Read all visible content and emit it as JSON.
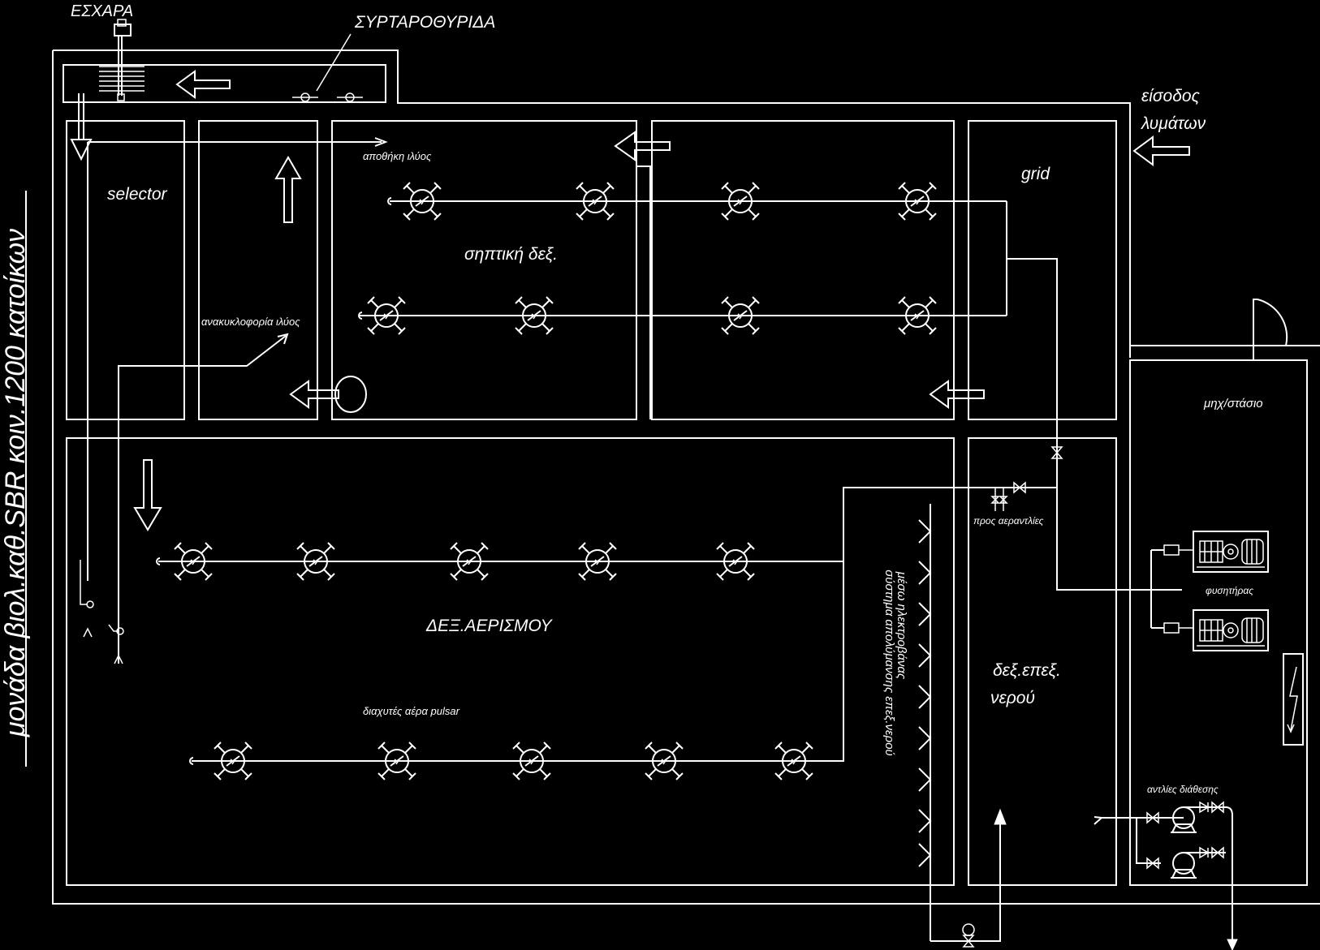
{
  "colors": {
    "background": "#000000",
    "line": "#ffffff"
  },
  "title": "μονάδα βιολ.καθ.SBR κοιν.1200 κατοίκων",
  "labels": {
    "screen": "ΕΣΧΑΡΑ",
    "sluice_gate": "ΣΥΡΤΑΡΟΘΥΡΙΔΑ",
    "inlet_line1": "είσοδος",
    "inlet_line2": "λυμάτων",
    "selector": "selector",
    "sludge_storage": "αποθήκη ιλύος",
    "sludge_recirculation": "ανακυκλοφορία ιλύος",
    "septic_tank": "σηπτική δεξ.",
    "grid": "grid",
    "machine_room": "μηχ/στάσιο",
    "aeration_tank": "ΔΕΞ.ΑΕΡΙΣΜΟΥ",
    "diffusers": "διαχυτές αέρα pulsar",
    "to_air_pumps": "προς αεραντλίες",
    "disinfection_line1": "σύστημα απολύμανσης επεξ.νερού",
    "disinfection_line2": "μέσω ηλεκτροβάνας",
    "blower": "φυσητήρας",
    "treated_water_line1": "δεξ.επεξ.",
    "treated_water_line2": "νερού",
    "disposal_pumps": "αντλίες διάθεσης"
  }
}
